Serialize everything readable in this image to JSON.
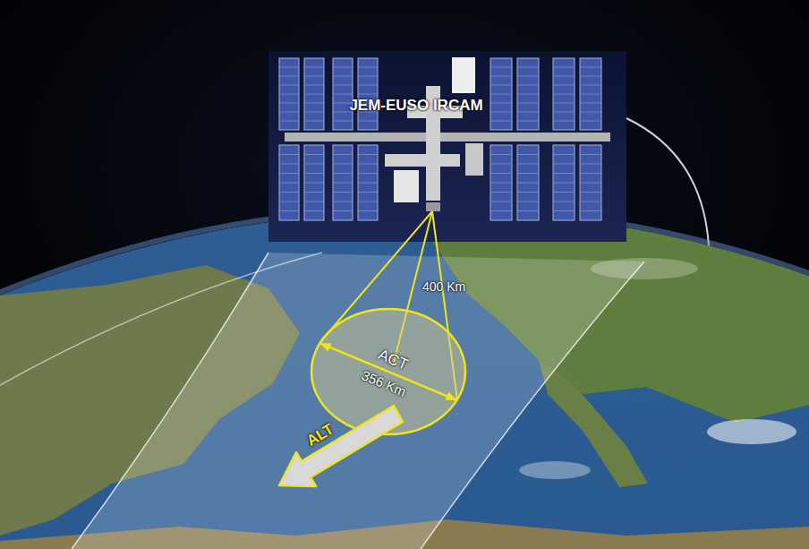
{
  "diagram": {
    "nodes": [
      {
        "text": [
          "JEM-EUSO IRCAM"
        ]
      },
      {
        "text": [
          "ACT",
          "356 Km"
        ]
      },
      {
        "text": [
          "ALT"
        ]
      }
    ],
    "labels": [
      "400 Km"
    ]
  }
}
